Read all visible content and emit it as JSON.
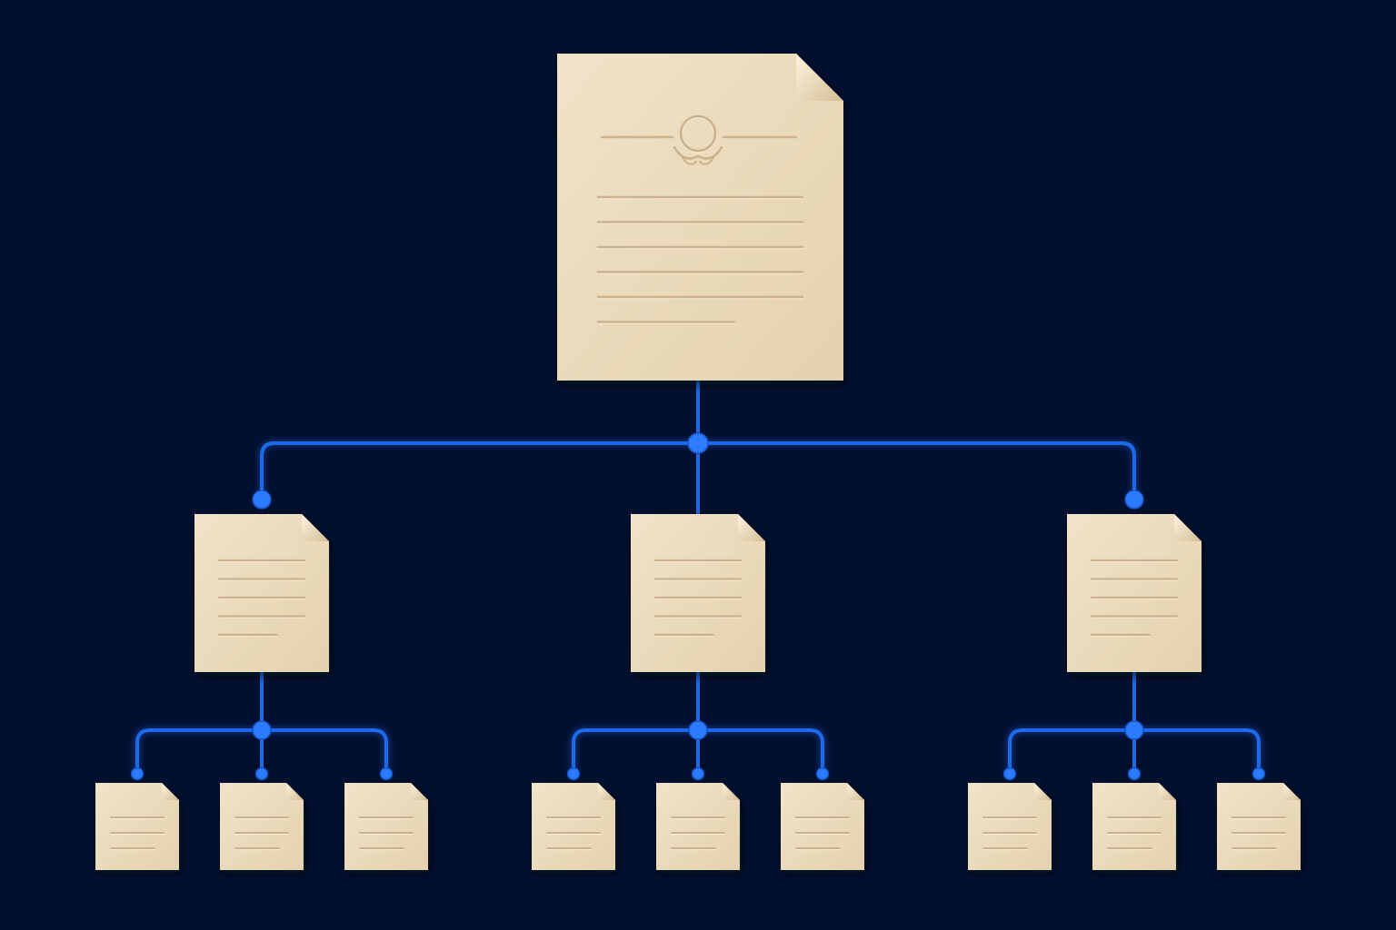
{
  "colors": {
    "background": "#021030",
    "paper": "#ecdcbf",
    "paper_shadow": "#d9c6a3",
    "emboss_line": "#c9b28d",
    "connector": "#1c6ae8",
    "node": "#2a7bff"
  },
  "tree": {
    "root": {
      "icon": "certificate-document-icon",
      "seal_icon": "seal-emblem-icon",
      "text_lines": 6
    },
    "branches": [
      {
        "icon": "document-icon",
        "text_lines": 5,
        "children": [
          {
            "icon": "document-icon",
            "text_lines": 3
          },
          {
            "icon": "document-icon",
            "text_lines": 3
          },
          {
            "icon": "document-icon",
            "text_lines": 3
          }
        ]
      },
      {
        "icon": "document-icon",
        "text_lines": 5,
        "children": [
          {
            "icon": "document-icon",
            "text_lines": 3
          },
          {
            "icon": "document-icon",
            "text_lines": 3
          },
          {
            "icon": "document-icon",
            "text_lines": 3
          }
        ]
      },
      {
        "icon": "document-icon",
        "text_lines": 5,
        "children": [
          {
            "icon": "document-icon",
            "text_lines": 3
          },
          {
            "icon": "document-icon",
            "text_lines": 3
          },
          {
            "icon": "document-icon",
            "text_lines": 3
          }
        ]
      }
    ]
  }
}
